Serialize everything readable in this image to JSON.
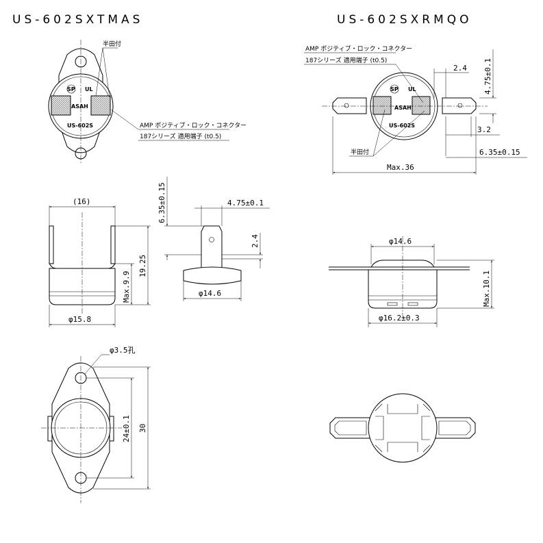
{
  "titles": {
    "left": "US-602SXTMAS",
    "right": "US-602SXRMQO"
  },
  "notes": {
    "solder": "半田付",
    "connector_line1": "AMP ポジティブ・ロック・コネクター",
    "connector_line2": "187シリーズ 適用端子 (t0.5)"
  },
  "markings": {
    "brand": "ASAH",
    "model": "US-602S",
    "ul": "UL",
    "csa": "SP"
  },
  "dims_left": {
    "width16": "(16)",
    "h1925": "19.25",
    "max99": "Max.9.9",
    "dia158": "φ15.8",
    "hole35": "φ3.5孔",
    "p24": "24±0.1",
    "h30": "30"
  },
  "dims_terminal": {
    "w635": "6.35±0.15",
    "w475": "4.75±0.1",
    "w24": "2.4",
    "dia146": "φ14.6"
  },
  "dims_right": {
    "w24": "2.4",
    "w475": "4.75±0.1",
    "w32": "3.2",
    "w635": "6.35±0.15",
    "max36": "Max.36",
    "dia146": "φ14.6",
    "dia162": "φ16.2±0.3",
    "max101": "Max.10.1"
  },
  "colors": {
    "line": "#000000",
    "background": "#ffffff",
    "hatch": "#888888"
  }
}
